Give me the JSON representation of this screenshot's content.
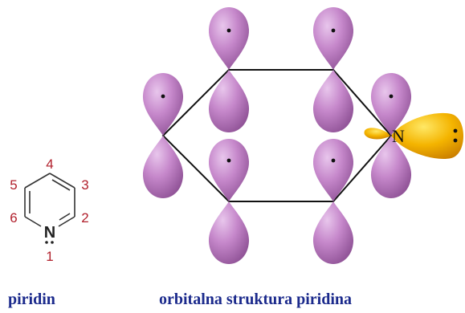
{
  "structure": {
    "nitrogen": "N",
    "numbers": [
      "1",
      "2",
      "3",
      "4",
      "5",
      "6"
    ]
  },
  "orbital_diagram": {
    "nitrogen": "N"
  },
  "captions": {
    "left": "piridin",
    "right": "orbitalna struktura piridina"
  },
  "colors": {
    "p_orbital": "#c07cc4",
    "sp2_orbital": "#f0a400",
    "number_red": "#b1202c",
    "caption_blue": "#1b2a8c"
  }
}
